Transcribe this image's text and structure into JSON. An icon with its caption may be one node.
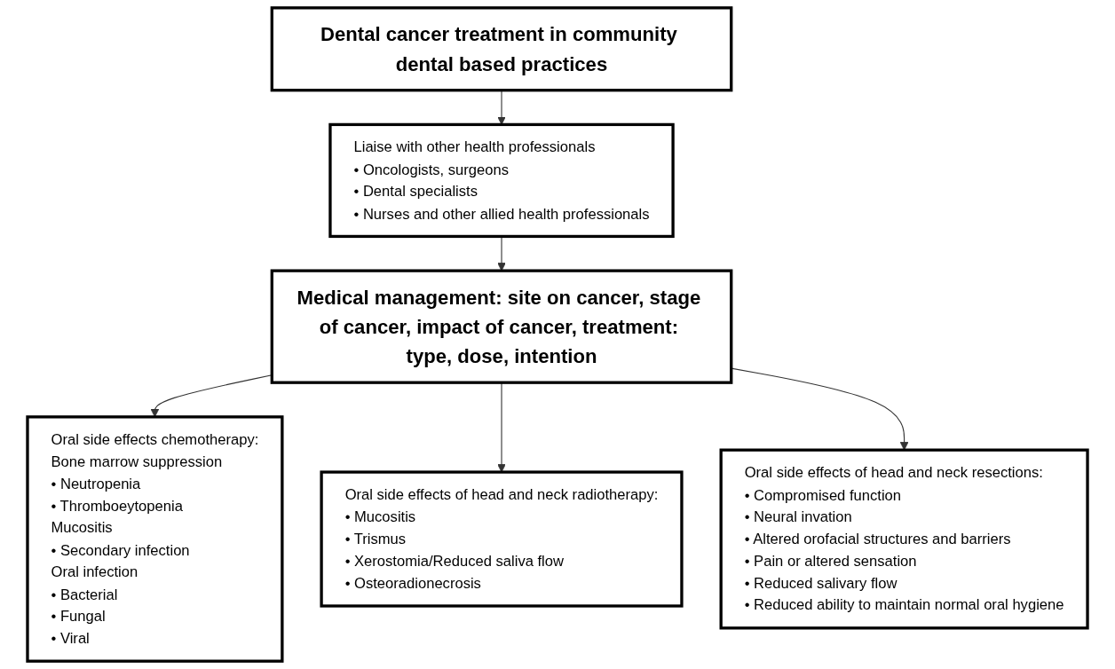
{
  "diagram": {
    "nodes": [
      {
        "text": [
          "Dental cancer treatment in community dental based practices"
        ]
      },
      {
        "text": [
          "Liaise with other health professionals",
          "• Oncologists, surgeons",
          "• Dental specialists",
          "• Nurses and other allied health professionals"
        ]
      },
      {
        "text": [
          "Medical management: site on cancer, stage of cancer, impact of cancer, treatment: type, dose, intention"
        ]
      },
      {
        "text": [
          "Oral side effects chemotherapy:",
          "Bone marrow suppression",
          "• Neutropenia",
          "• Thromboeytopenia",
          "Mucositis",
          "• Secondary infection",
          "Oral infection",
          "• Bacterial",
          "• Fungal",
          "• Viral"
        ]
      },
      {
        "text": [
          "Oral side effects of head and neck radiotherapy:",
          "• Mucositis",
          "• Trismus",
          "• Xerostomia/Reduced saliva flow",
          "• Osteoradionecrosis"
        ]
      },
      {
        "text": [
          "Oral side effects of head and neck resections:",
          "• Compromised function",
          "• Neural invation",
          "• Altered orofacial structures and barriers",
          "• Pain or altered sensation",
          "• Reduced salivary flow",
          "• Reduced ability to maintain normal oral hygiene"
        ]
      }
    ],
    "edges": [
      {
        "from": 0,
        "to": 1,
        "arrow": "to"
      },
      {
        "from": 1,
        "to": 2,
        "arrow": "to"
      },
      {
        "from": 2,
        "to": 3,
        "arrow": "to"
      },
      {
        "from": 2,
        "to": 4,
        "arrow": "to"
      },
      {
        "from": 2,
        "to": 5,
        "arrow": "to"
      }
    ]
  }
}
